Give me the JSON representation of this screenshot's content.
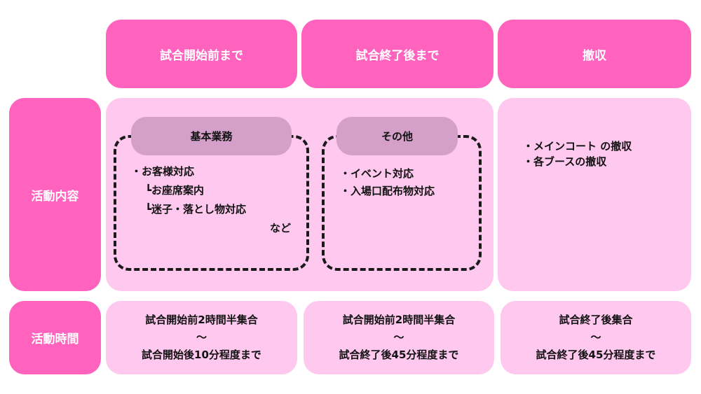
{
  "headers": {
    "col1": "試合開始前まで",
    "col2": "試合終了後まで",
    "col3": "撤収"
  },
  "rows": {
    "activity": "活動内容",
    "time": "活動時間"
  },
  "activity": {
    "basic": {
      "title": "基本業務",
      "lines": [
        "・お客様対応",
        "┗お座席案内",
        "┗迷子・落とし物対応",
        "など"
      ]
    },
    "other": {
      "title": "その他",
      "lines": [
        "・イベント対応",
        "・入場口配布物対応"
      ]
    },
    "teardown": {
      "lines": [
        "・メインコート の撤収",
        "・各ブースの撤収"
      ]
    }
  },
  "time": {
    "col1": [
      "試合開始前2時間半集合",
      "〜",
      "試合開始後10分程度まで"
    ],
    "col2": [
      "試合開始前2時間半集合",
      "〜",
      "試合終了後45分程度まで"
    ],
    "col3": [
      "試合終了後集合",
      "〜",
      "試合終了後45分程度まで"
    ]
  }
}
